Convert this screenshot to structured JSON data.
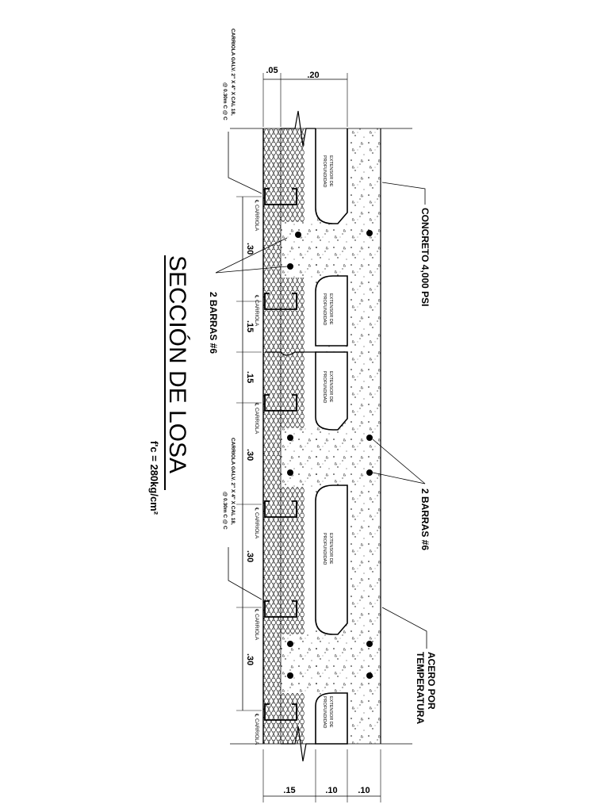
{
  "title": "SECCIÓN DE LOSA",
  "subtitle": "f'c = 280kg/cm²",
  "labels": {
    "concreto": "CONCRETO 4,000 PSI",
    "barras": "2 BARRAS #6",
    "acero_line1": "ACERO POR",
    "acero_line2": "TEMPERATURA",
    "carriola_top_l1": "CARRIOLA GALV. 2\" X 4\" X CAL 18,",
    "carriola_top_l2": "@ 0.30m C @ C",
    "carriola_mid_l1": "CARRIOLA GALV. 2\" X 4\" X CAL 18,",
    "carriola_mid_l2": "@ 0.30m C @ C",
    "eje_carriola": "℄ CARRIOLA",
    "block_l1": "EXTENSOR DE",
    "block_l2": "PROFUNDIDAD"
  },
  "dimensions": {
    "top": [
      ".05",
      ".20"
    ],
    "bottom": [
      ".15",
      ".10",
      ".10"
    ],
    "left": [
      ".30",
      ".15",
      ".15",
      ".30",
      ".30",
      ".30"
    ]
  }
}
